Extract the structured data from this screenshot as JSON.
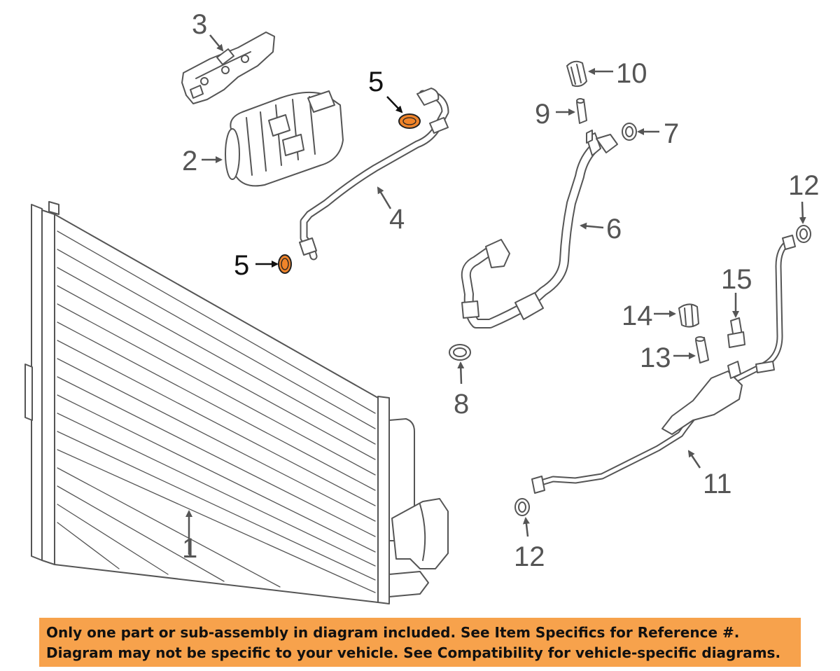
{
  "colors": {
    "line": "#555555",
    "highlight": "#f0842a",
    "banner": "#f7a24c",
    "text": "#111111"
  },
  "callouts": {
    "c1": "1",
    "c2": "2",
    "c3": "3",
    "c4": "4",
    "c5a": "5",
    "c5b": "5",
    "c6": "6",
    "c7": "7",
    "c8": "8",
    "c9": "9",
    "c10": "10",
    "c11": "11",
    "c12a": "12",
    "c12b": "12",
    "c13": "13",
    "c14": "14",
    "c15": "15"
  },
  "banner": {
    "line1": "Only one part or sub-assembly in diagram included. See Item Specifics for Reference #.",
    "line2": "Diagram may not be specific to your vehicle. See Compatibility for vehicle-specific diagrams."
  }
}
